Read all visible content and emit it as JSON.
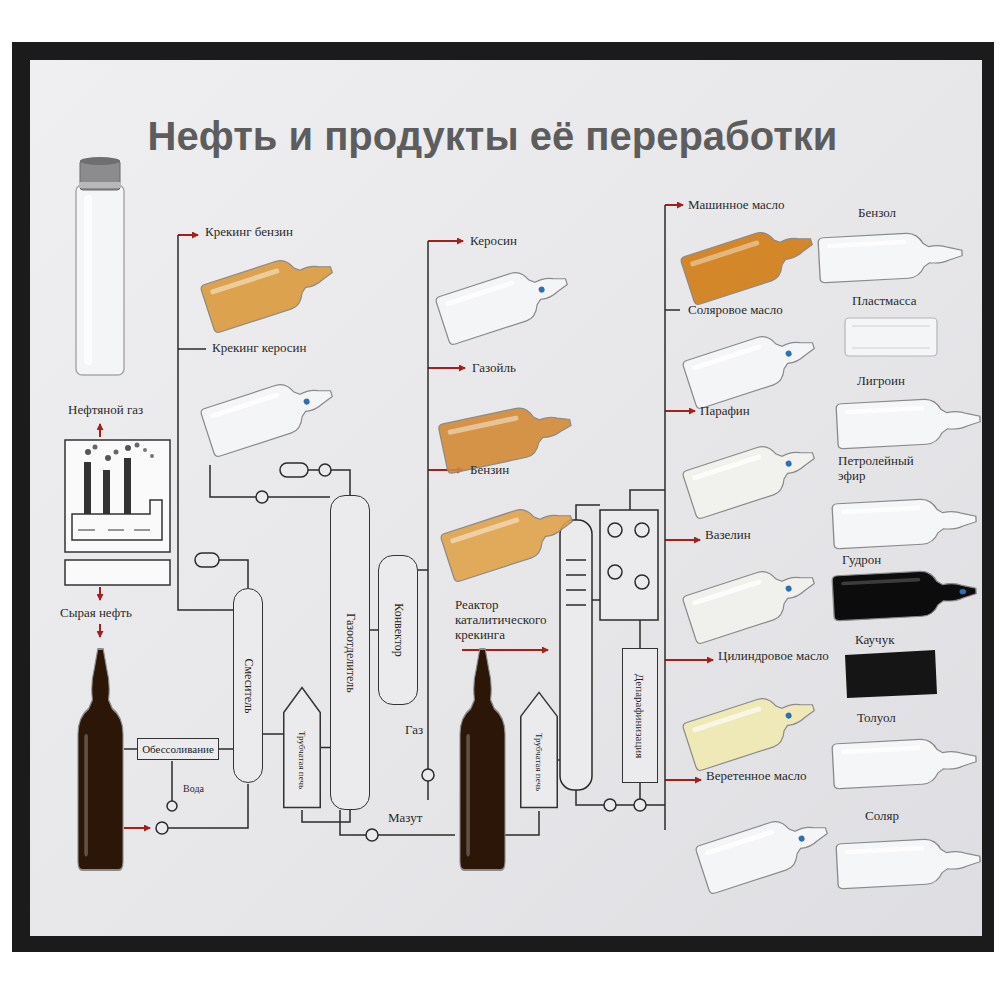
{
  "diagram": {
    "title": "Нефть и продукты её переработки",
    "nodes": [
      {
        "text": [
          "Обессоливание"
        ]
      },
      {
        "text": [
          "Смеситель"
        ]
      },
      {
        "text": [
          "Трубчатая печь"
        ]
      },
      {
        "text": [
          "Газоотделитель"
        ]
      },
      {
        "text": [
          "Конвектор"
        ]
      },
      {
        "text": [
          "Трубчатая печь"
        ]
      },
      {
        "text": [
          "Депарафинизация"
        ]
      }
    ],
    "edges": [
      {
        "from": 0,
        "to": 1,
        "arrow": "none"
      },
      {
        "from": 1,
        "to": 2,
        "arrow": "none"
      },
      {
        "from": 2,
        "to": 3,
        "arrow": "none"
      },
      {
        "from": 3,
        "to": 4,
        "arrow": "none"
      }
    ],
    "labels": [
      "Крекинг бензин",
      "Крекинг керосин",
      "Нефтяной газ",
      "Сырая нефть",
      "Вода",
      "Газ",
      "Мазут",
      "Керосин",
      "Газойль",
      "Бензин",
      "Реактор каталитического крекинга",
      "Машинное масло",
      "Соляровое масло",
      "Парафин",
      "Вазелин",
      "Цилиндровое масло",
      "Веретенное масло",
      "Бензол",
      "Пластмасса",
      "Лигроин",
      "Петролейный эфир",
      "Гудрон",
      "Каучук",
      "Толуол",
      "Соляр"
    ]
  }
}
